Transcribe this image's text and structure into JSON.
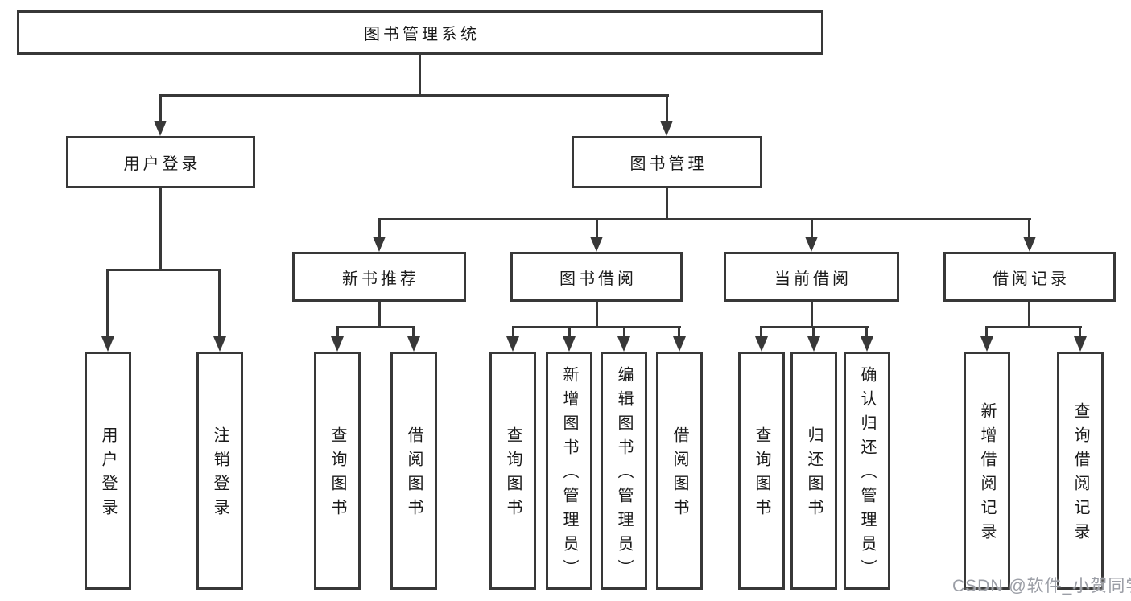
{
  "root": {
    "label": "图书管理系统"
  },
  "branches": {
    "userLogin": {
      "label": "用户登录"
    },
    "bookManagement": {
      "label": "图书管理"
    }
  },
  "sections": {
    "newBookRecommend": {
      "label": "新书推荐"
    },
    "bookBorrowing": {
      "label": "图书借阅"
    },
    "currentBorrowing": {
      "label": "当前借阅"
    },
    "borrowingRecords": {
      "label": "借阅记录"
    }
  },
  "leaves": {
    "userLogin": "用户登录",
    "logout": "注销登录",
    "nbQueryBooks": "查询图书",
    "nbBorrowBooks": "借阅图书",
    "bbQueryBooks": "查询图书",
    "bbAddBooks": "新增图书（管理员）",
    "bbEditBooks": "编辑图书（管理员）",
    "bbBorrowBooks": "借阅图书",
    "cbQueryBooks": "查询图书",
    "cbReturnBooks": "归还图书",
    "cbConfirmReturn": "确认归还（管理员）",
    "brAddRecord": "新增借阅记录",
    "brQueryRecord": "查询借阅记录"
  },
  "watermark": "CSDN @软件_小贺同学",
  "colors": {
    "line": "#383838",
    "text": "#1a1a1a",
    "watermark": "#9b9ea6",
    "background": "#ffffff"
  }
}
